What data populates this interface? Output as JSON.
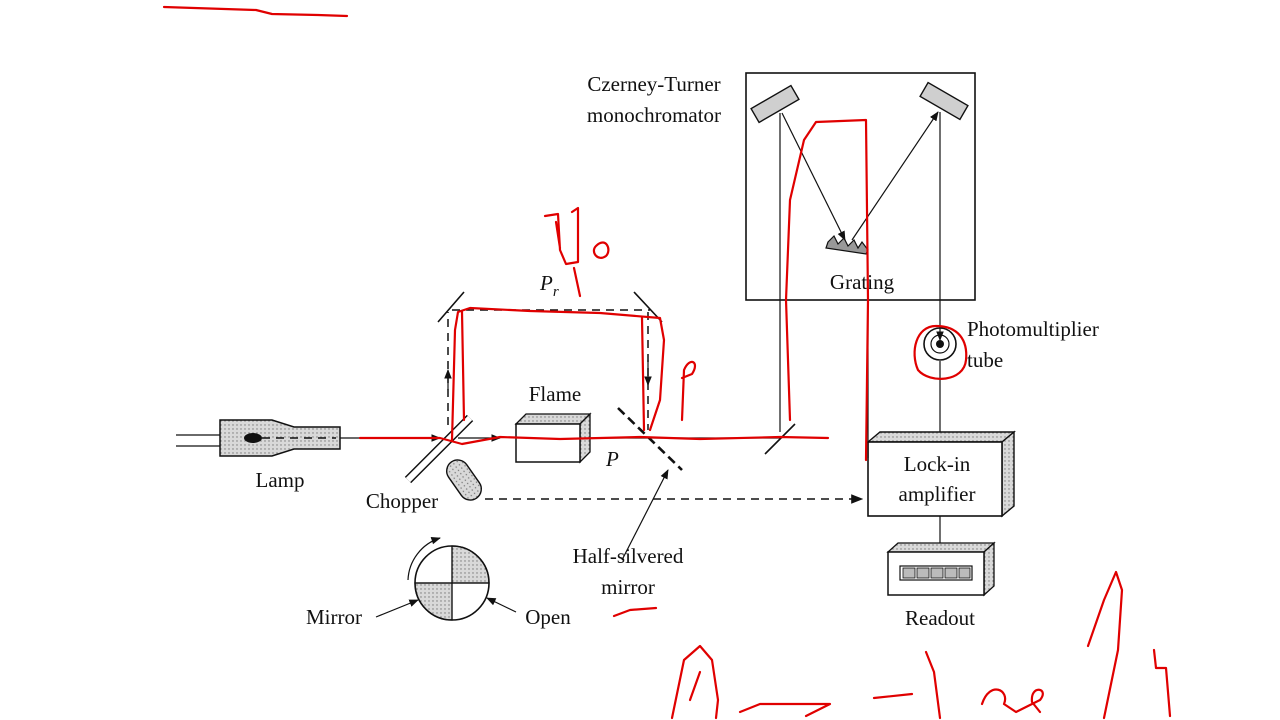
{
  "labels": {
    "monochromator_line1": "Czerney-Turner",
    "monochromator_line2": "monochromator",
    "grating": "Grating",
    "photomultiplier_line1": "Photomultiplier",
    "photomultiplier_line2": "tube",
    "lamp": "Lamp",
    "chopper": "Chopper",
    "flame": "Flame",
    "p_ref": "P",
    "p_ref_sub": "r",
    "p_sample": "P",
    "half_silvered_line1": "Half-silvered",
    "half_silvered_line2": "mirror",
    "lockin_line1": "Lock-in",
    "lockin_line2": "amplifier",
    "readout": "Readout",
    "mirror": "Mirror",
    "open": "Open"
  },
  "colors": {
    "ink_annotation": "#e00000",
    "line": "#111111",
    "fill_gray": "#cfcfcf"
  }
}
